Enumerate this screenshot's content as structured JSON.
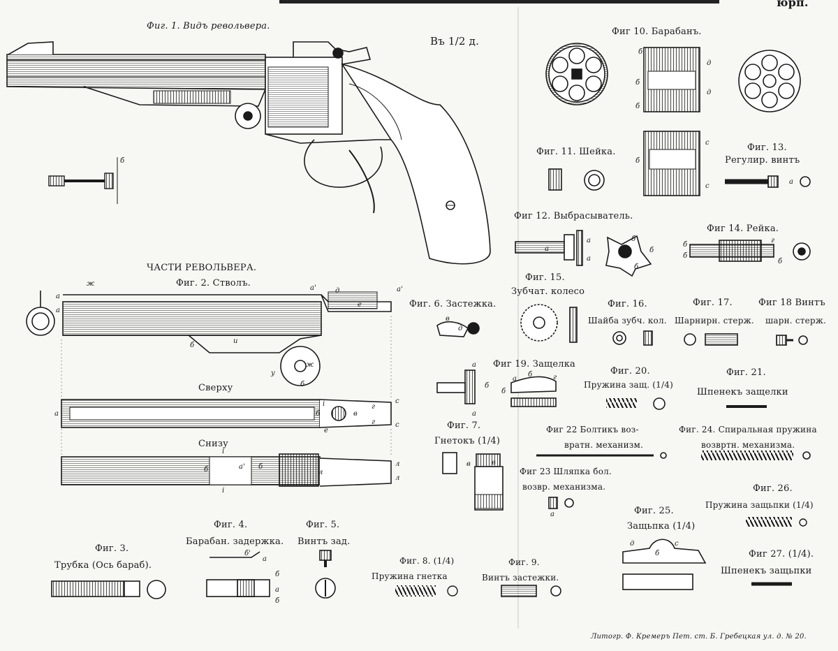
{
  "header": {
    "page_marker": "юрп."
  },
  "labels": {
    "fig1": "Фиг. 1. Видъ револьвера.",
    "scale": "Въ 1/2 д.",
    "fig10": "Фиг 10. Барабанъ.",
    "fig11": "Фиг. 11. Шейка.",
    "fig13a": "Фиг. 13.",
    "fig13b": "Регулир. винтъ",
    "fig12": "Фиг 12. Выбрасыватель.",
    "fig14": "Фиг 14. Рейка.",
    "parts": "ЧАСТИ РЕВОЛЬВЕРА.",
    "fig2": "Фиг. 2. Стволъ.",
    "fig15a": "Фиг. 15.",
    "fig15b": "Зубчат. колесо",
    "fig6": "Фиг. 6. Застежка.",
    "fig16a": "Фиг. 16.",
    "fig16b": "Шайба зубч. кол.",
    "fig17a": "Фиг. 17.",
    "fig17b": "Шарнирн. стерж.",
    "fig18a": "Фиг 18 Винтъ",
    "fig18b": "шарн. стерж.",
    "sverhu": "Сверху",
    "fig19": "Фиг 19. Защелка",
    "fig20a": "Фиг. 20.",
    "fig20b": "Пружина защ. (1/4)",
    "fig21a": "Фиг. 21.",
    "fig21b": "Шпенекъ защелки",
    "fig7a": "Фиг. 7.",
    "fig7b": "Гнетокъ (1/4)",
    "snizu": "Снизу",
    "fig22a": "Фиг 22 Болтикъ воз-",
    "fig22b": "вратн. механизм.",
    "fig24a": "Фиг. 24. Спиральная пружина",
    "fig24b": "возвртн. механизма.",
    "fig23a": "Фиг 23 Шляпка бол.",
    "fig23b": "возвр. механизма.",
    "fig26a": "Фиг. 26.",
    "fig26b": "Пружина защьпки (1/4)",
    "fig25a": "Фиг. 25.",
    "fig25b": "Защьпка (1/4)",
    "fig3a": "Фиг. 3.",
    "fig3b": "Трубка (Ось бараб).",
    "fig4a": "Фиг. 4.",
    "fig4b": "Барабан. задержка.",
    "fig5a": "Фиг. 5.",
    "fig5b": "Винтъ зад.",
    "fig8": "Фиг. 8. (1/4)",
    "fig8b": "Пружина гнетка",
    "fig9": "Фиг. 9.",
    "fig9b": "Винтъ застежки.",
    "fig27a": "Фиг 27. (1/4).",
    "fig27b": "Шпенекъ защьпки",
    "footer": "Литогр. Ф. Кремеръ Пет. ст. Б. Гребецкая ул. д. № 20."
  },
  "letters": {
    "a": "а",
    "b": "б",
    "v": "в",
    "g": "г",
    "d": "д",
    "e": "е",
    "zh": "ж",
    "y": "у",
    "i": "і",
    "c": "с",
    "l": "л",
    "u": "u",
    "a1": "а'",
    "b1": "б'"
  },
  "colors": {
    "paper": "#f7f7f4",
    "ink": "#1a1a1a"
  }
}
